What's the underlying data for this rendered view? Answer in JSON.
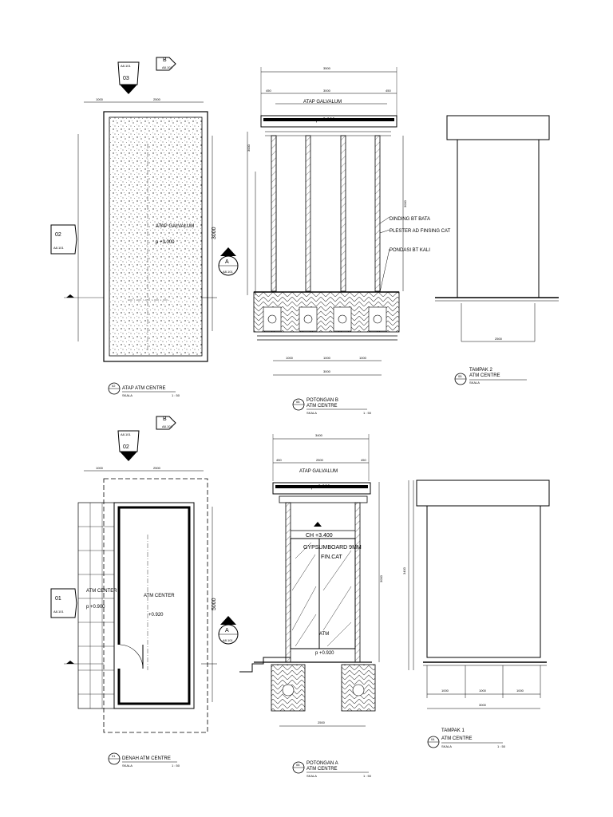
{
  "views": {
    "atap": {
      "title": "ATAP ATM CENTRE",
      "scale": "SKALA",
      "ratio": "1 : 50",
      "number": "02",
      "roof_label": "ATAP GALVALUM",
      "roof_level": "p +3.000",
      "dim_side": "3000"
    },
    "potongan_b": {
      "title1": "POTONGAN B",
      "title2": "ATM CENTRE",
      "scale": "SKALA",
      "ratio": "1 : 50",
      "number": "06",
      "roof_label": "ATAP GALVALUM",
      "roof_level": "p +3.000",
      "note1": "DINDING BT BATA",
      "note2": "PLESTER AD FINSING CAT",
      "note3": "PONDASI BT KALI"
    },
    "tampak2": {
      "title1": "TAMPAK 2",
      "title2": "ATM CENTRE",
      "scale": "SKALA",
      "number": "05"
    },
    "denah": {
      "title": "DENAH ATM CENTRE",
      "scale": "SKALA",
      "ratio": "1 : 50",
      "number": "01",
      "room": "ATM CENTER",
      "room_level": "+0.920",
      "left_label": "ATM CENTER",
      "left_level": "p +0.900",
      "dim_side": "5000"
    },
    "potongan_a": {
      "title1": "POTONGAN A",
      "title2": "ATM CENTRE",
      "scale": "SKALA",
      "ratio": "1 : 50",
      "number": "06",
      "roof_label": "ATAP GALVALUM",
      "roof_level": "p +3.000",
      "ceiling": "CH +3.400",
      "ceiling_note1": "GYPSUMBOARD 9MM",
      "ceiling_note2": "FIN.CAT",
      "floor_level": "p +0.920",
      "atm": "ATM"
    },
    "tampak1": {
      "title1": "TAMPAK 1",
      "title2": "ATM CENTRE",
      "scale": "SKALA",
      "ratio": "1 : 50",
      "number": "04"
    }
  },
  "callouts": {
    "section_b": "B",
    "section_a": "A",
    "sheet_ref": "A8.101",
    "c02": "02",
    "c03": "03",
    "c01": "01",
    "c02b": "02"
  }
}
